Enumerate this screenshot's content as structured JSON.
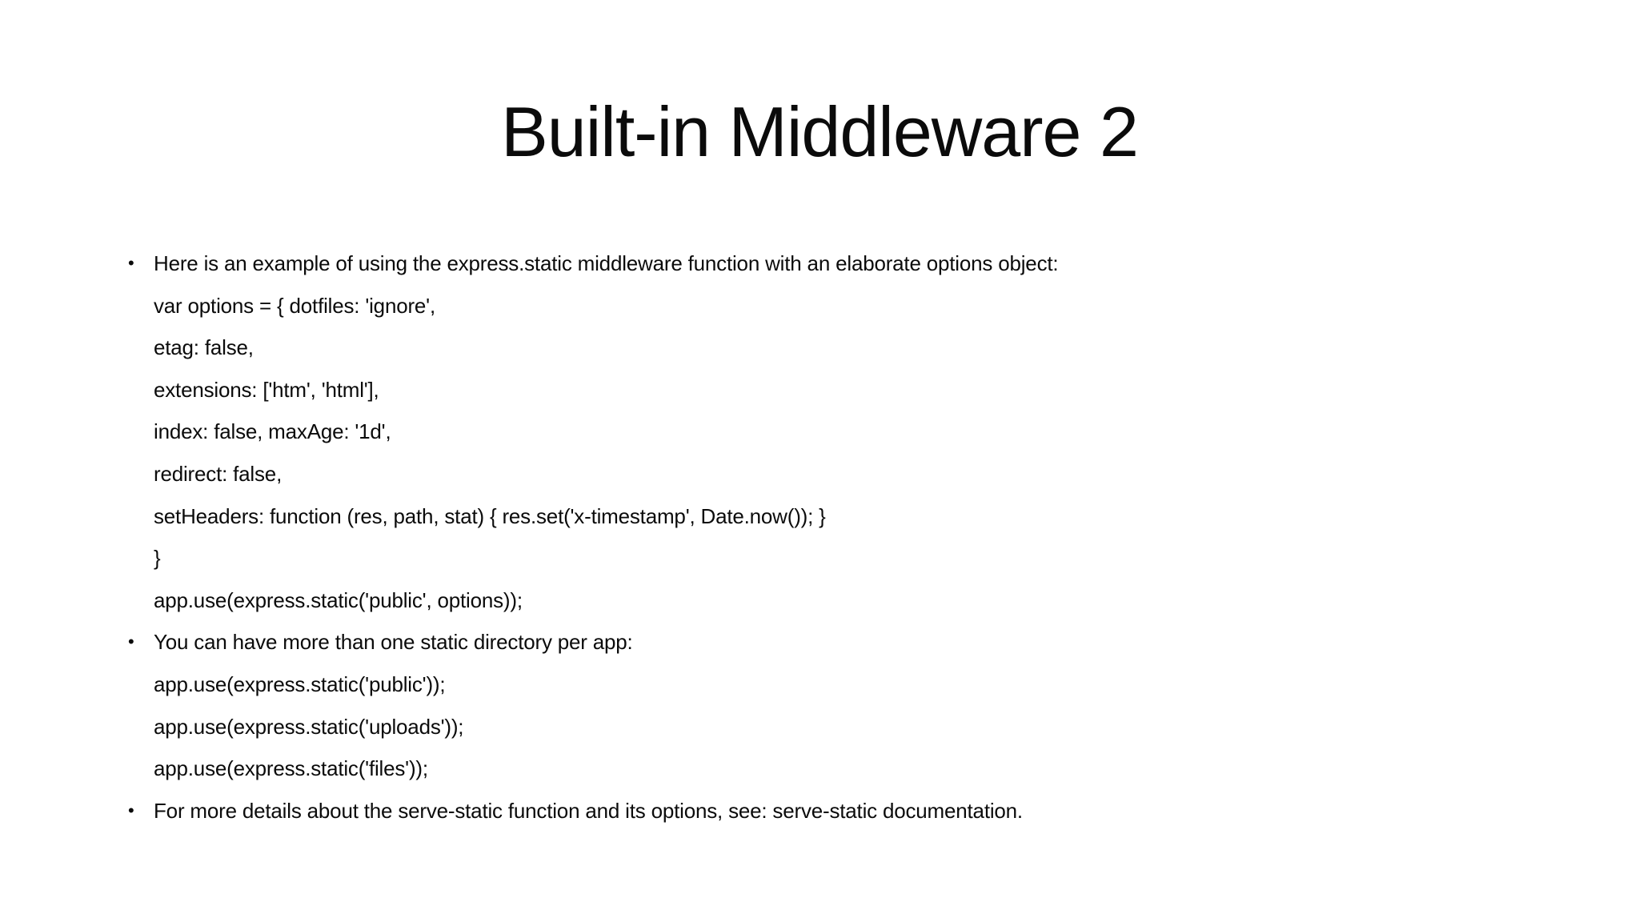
{
  "slide": {
    "title": "Built-in Middleware 2",
    "bullet_glyph": "•",
    "colors": {
      "background": "#ffffff",
      "text": "#0b0b0b"
    },
    "bullets": [
      {
        "text": "Here is an example of using the express.static middleware function with an elaborate options object:",
        "sub_lines": [
          "var options = { dotfiles: 'ignore',",
          "etag: false,",
          "extensions: ['htm', 'html'],",
          "index: false, maxAge: '1d',",
          "redirect: false,",
          "setHeaders: function (res, path, stat) { res.set('x-timestamp', Date.now()); }",
          "}",
          "app.use(express.static('public', options));"
        ]
      },
      {
        "text": "You can have more than one static directory per app:",
        "sub_lines": [
          "app.use(express.static('public'));",
          "app.use(express.static('uploads'));",
          "app.use(express.static('files'));"
        ]
      },
      {
        "text": "For more details about the serve-static function and its options, see: serve-static documentation.",
        "sub_lines": []
      }
    ]
  }
}
